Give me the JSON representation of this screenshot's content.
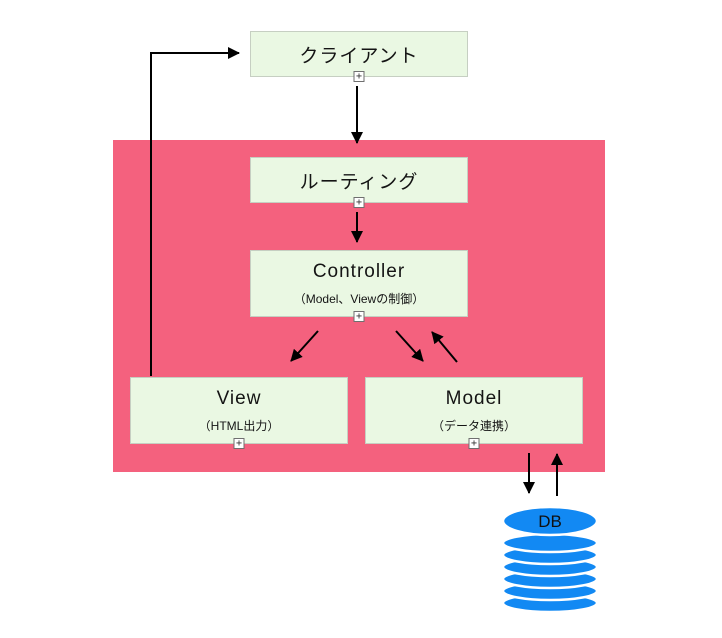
{
  "nodes": {
    "client": {
      "label": "クライアント"
    },
    "routing": {
      "label": "ルーティング"
    },
    "controller": {
      "label": "Controller",
      "sublabel": "（Model、Viewの制御）"
    },
    "view": {
      "label": "View",
      "sublabel": "（HTML出力）"
    },
    "model": {
      "label": "Model",
      "sublabel": "（データ連携）"
    },
    "db": {
      "label": "DB"
    }
  },
  "icons": {
    "expand": "+"
  },
  "colors": {
    "node_fill": "#eaf8e3",
    "node_border": "#c6cfc2",
    "container_pink": "#f4617e",
    "db_blue": "#1289f3",
    "arrow": "#000000"
  }
}
